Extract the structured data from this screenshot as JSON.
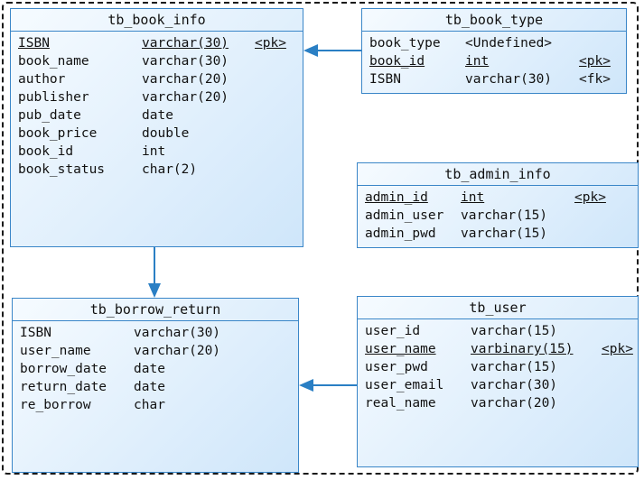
{
  "entities": {
    "book_info": {
      "title": "tb_book_info",
      "rows": [
        {
          "name": "ISBN",
          "type": "varchar(30)",
          "key": "<pk>"
        },
        {
          "name": "book_name",
          "type": "varchar(30)",
          "key": ""
        },
        {
          "name": "author",
          "type": "varchar(20)",
          "key": ""
        },
        {
          "name": "publisher",
          "type": "varchar(20)",
          "key": ""
        },
        {
          "name": "pub_date",
          "type": "date",
          "key": ""
        },
        {
          "name": "book_price",
          "type": "double",
          "key": ""
        },
        {
          "name": "book_id",
          "type": "int",
          "key": ""
        },
        {
          "name": "book_status",
          "type": "char(2)",
          "key": ""
        }
      ]
    },
    "book_type": {
      "title": "tb_book_type",
      "rows": [
        {
          "name": "book_type",
          "type": "<Undefined>",
          "key": ""
        },
        {
          "name": "book_id",
          "type": "int",
          "key": "<pk>"
        },
        {
          "name": "ISBN",
          "type": "varchar(30)",
          "key": "<fk>"
        }
      ]
    },
    "admin_info": {
      "title": "tb_admin_info",
      "rows": [
        {
          "name": "admin_id",
          "type": "int",
          "key": "<pk>"
        },
        {
          "name": "admin_user",
          "type": "varchar(15)",
          "key": ""
        },
        {
          "name": "admin_pwd",
          "type": "varchar(15)",
          "key": ""
        }
      ]
    },
    "borrow_return": {
      "title": "tb_borrow_return",
      "rows": [
        {
          "name": "ISBN",
          "type": "varchar(30)",
          "key": ""
        },
        {
          "name": "user_name",
          "type": "varchar(20)",
          "key": ""
        },
        {
          "name": "borrow_date",
          "type": "date",
          "key": ""
        },
        {
          "name": "return_date",
          "type": "date",
          "key": ""
        },
        {
          "name": "re_borrow",
          "type": "char",
          "key": ""
        }
      ]
    },
    "user": {
      "title": "tb_user",
      "rows": [
        {
          "name": "user_id",
          "type": "varchar(15)",
          "key": ""
        },
        {
          "name": "user_name",
          "type": "varbinary(15)",
          "key": "<pk>"
        },
        {
          "name": "user_pwd",
          "type": "varchar(15)",
          "key": ""
        },
        {
          "name": "user_email",
          "type": "varchar(30)",
          "key": ""
        },
        {
          "name": "real_name",
          "type": "varchar(20)",
          "key": ""
        }
      ]
    }
  },
  "colors": {
    "border": "#3a86c8",
    "link": "#2a7fc4"
  }
}
